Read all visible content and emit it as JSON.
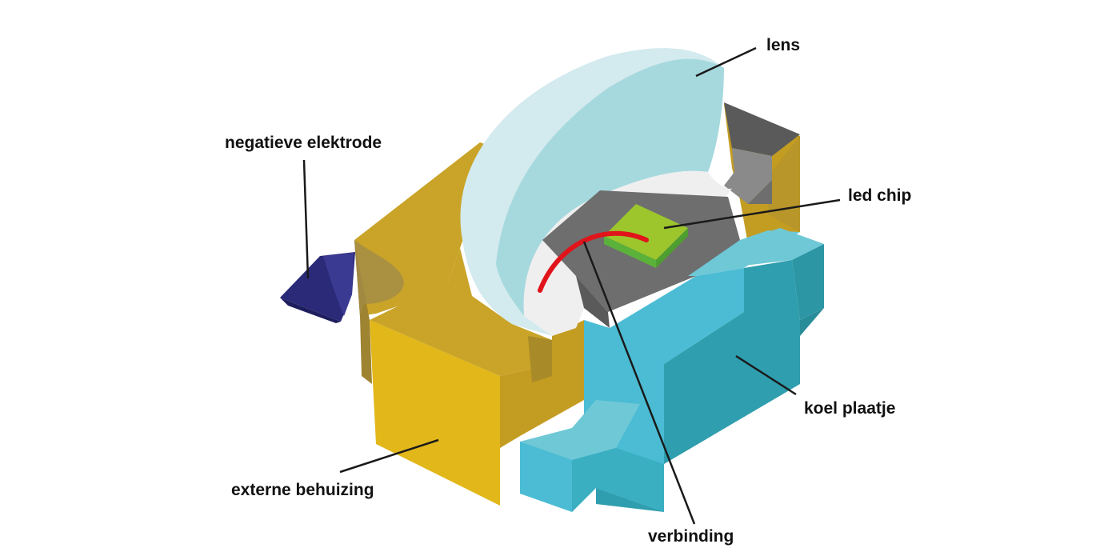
{
  "labels": {
    "lens": "lens",
    "negative_electrode": "negatieve elektrode",
    "led_chip": "led chip",
    "heat_sink": "koel plaatje",
    "external_housing": "externe behuizing",
    "bond_wire": "verbinding"
  },
  "colors": {
    "housing_front": "#E2B71A",
    "housing_side": "#C39C22",
    "housing_top": "#C9A428",
    "housing_dark": "#9E8330",
    "lens_outer": "#D3EAEE",
    "lens_inner": "#A6D9DE",
    "lens_cavity": "#EFEFEF",
    "pad_grey": "#6E6E6E",
    "pad_dark": "#5A5A5A",
    "heatsink_top": "#6FC8D6",
    "heatsink_front": "#4BBCD4",
    "heatsink_side": "#2F9EAE",
    "chip_top": "#9CC62C",
    "chip_side": "#5BB23A",
    "wire": "#E0141A",
    "electrode": "#2A2A78",
    "leader_line": "#1A1A1A"
  }
}
